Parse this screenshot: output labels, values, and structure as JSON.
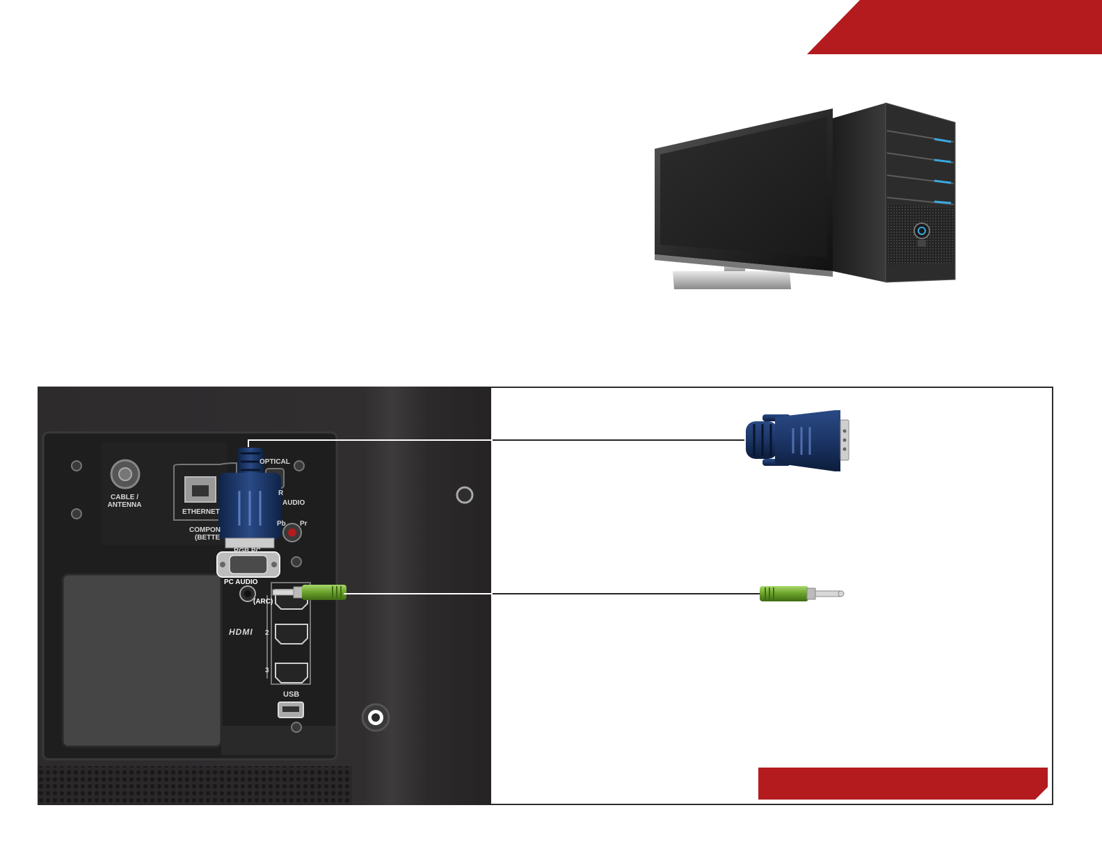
{
  "colors": {
    "accent_red": "#b31b1f",
    "tv_body": "#2f2d2e",
    "panel": "#1e1d1e",
    "vga_blue": "#1c3566",
    "audio_green": "#6aa12a",
    "frame": "#2b2b2b"
  },
  "icons": [
    "computer-icon",
    "vga-connector-icon",
    "audio-jack-icon",
    "hdmi-logo-icon",
    "screw-icon"
  ],
  "tv_panel": {
    "cable_antenna": "CABLE / ANTENNA",
    "cable_line1": "CABLE /",
    "cable_line2": "ANTENNA",
    "ethernet": "ETHERNET",
    "optical": "OPTICAL",
    "audio": "AUDIO",
    "r": "R",
    "component": "COMPON",
    "better": "(BETTE",
    "pb": "Pb",
    "pr": "Pr",
    "rgb_pc": "RGB PC",
    "pc_audio": "PC AUDIO",
    "arc": "(ARC)",
    "hdmi": "HDMI",
    "hdmi_2": "2",
    "hdmi_3": "3",
    "usb": "USB"
  }
}
